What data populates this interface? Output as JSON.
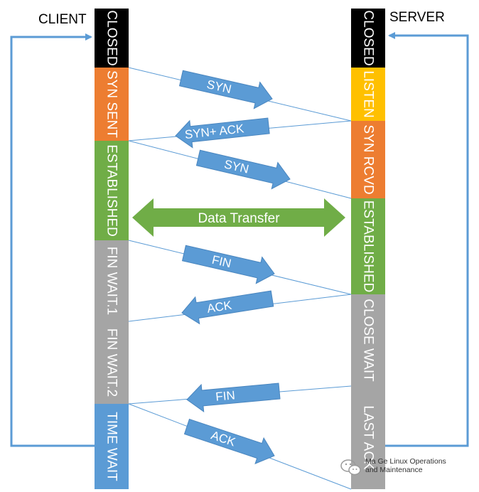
{
  "headers": {
    "client": "CLIENT",
    "server": "SERVER"
  },
  "client_states": [
    {
      "label": "CLOSED",
      "color": "#000000"
    },
    {
      "label": "SYN SENT",
      "color": "#ED7D31"
    },
    {
      "label": "ESTABLISHED",
      "color": "#70AD47"
    },
    {
      "label": "FIN WAIT.1",
      "color": "#A5A5A5"
    },
    {
      "label": "FIN WAIT.2",
      "color": "#A5A5A5"
    },
    {
      "label": "TIME WAIT",
      "color": "#5B9BD5"
    }
  ],
  "server_states": [
    {
      "label": "CLOSED",
      "color": "#000000"
    },
    {
      "label": "LISTEN",
      "color": "#FFC000"
    },
    {
      "label": "SYN RCVD",
      "color": "#ED7D31"
    },
    {
      "label": "ESTABLISHED",
      "color": "#70AD47"
    },
    {
      "label": "CLOSE WAIT",
      "color": "#A5A5A5"
    },
    {
      "label": "LAST ACK",
      "color": "#A5A5A5"
    }
  ],
  "messages": [
    {
      "label": "SYN",
      "direction": "to-server"
    },
    {
      "label": "SYN+ ACK",
      "direction": "to-client"
    },
    {
      "label": "SYN",
      "direction": "to-server"
    },
    {
      "label": "FIN",
      "direction": "to-server"
    },
    {
      "label": "ACK",
      "direction": "to-client"
    },
    {
      "label": "FIN",
      "direction": "to-client"
    },
    {
      "label": "ACK",
      "direction": "to-server"
    }
  ],
  "data_transfer": {
    "label": "Data Transfer",
    "color": "#70AD47"
  },
  "colors": {
    "message_arrow": "#5B9BD5",
    "line": "#5B9BD5",
    "return_loop": "#5B9BD5"
  },
  "watermark": {
    "text": "Ma Ge Linux Operations\nand Maintenance",
    "icon": "wechat-icon"
  }
}
